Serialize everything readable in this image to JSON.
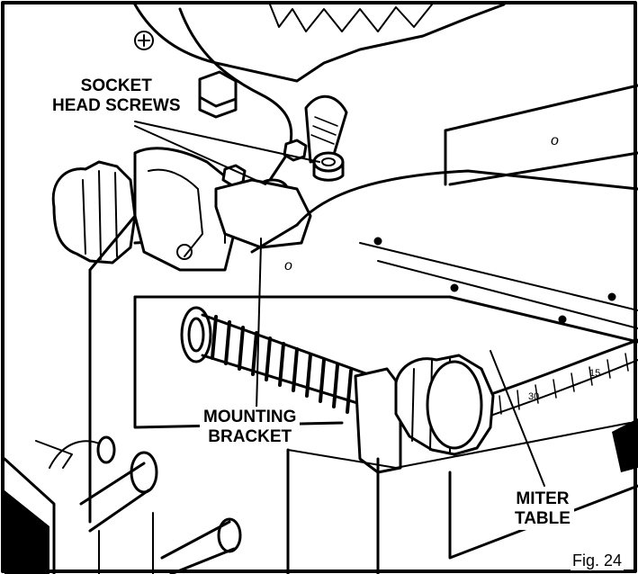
{
  "labels": {
    "socket_line1": "SOCKET",
    "socket_line2": "HEAD SCREWS",
    "mounting_line1": "MOUNTING",
    "mounting_line2": "BRACKET",
    "miter_line1": "MITER",
    "miter_line2": "TABLE",
    "figure": "Fig. 24"
  },
  "marks": {
    "fence_o": "o",
    "base_o": "o"
  },
  "scale_numbers": [
    "30",
    "15"
  ],
  "colors": {
    "ink": "#000000",
    "paper": "#ffffff"
  }
}
